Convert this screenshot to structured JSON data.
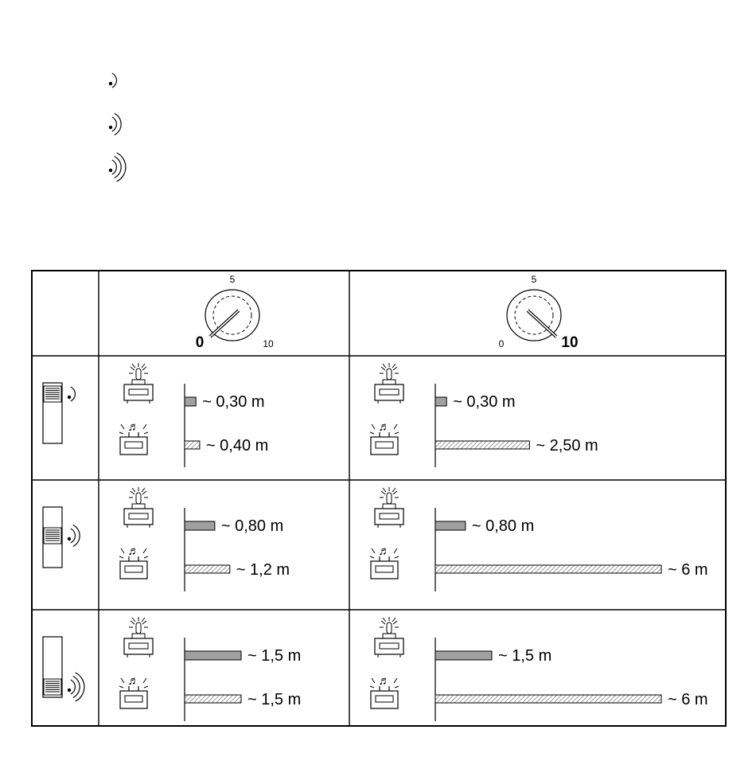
{
  "legend": {
    "items": [
      {
        "level": 1,
        "icon": "signal-weak-icon"
      },
      {
        "level": 2,
        "icon": "signal-medium-icon"
      },
      {
        "level": 3,
        "icon": "signal-strong-icon"
      }
    ]
  },
  "dials": [
    {
      "top": "5",
      "left": "0",
      "right": "10",
      "setting": 0
    },
    {
      "top": "5",
      "left": "0",
      "right": "10",
      "setting": 10
    }
  ],
  "colors": {
    "light_bar": "#a0a0a0",
    "sound_bar_hatch": "#808080",
    "border": "#000000"
  },
  "max_range_m": 6,
  "rows": [
    {
      "sensitivity": 1,
      "cells": [
        {
          "light_label": "~ 0,30 m",
          "light_value": 0.3,
          "sound_label": "~ 0,40 m",
          "sound_value": 0.4
        },
        {
          "light_label": "~ 0,30 m",
          "light_value": 0.3,
          "sound_label": "~ 2,50 m",
          "sound_value": 2.5
        }
      ]
    },
    {
      "sensitivity": 2,
      "cells": [
        {
          "light_label": "~ 0,80 m",
          "light_value": 0.8,
          "sound_label": "~ 1,2 m",
          "sound_value": 1.2
        },
        {
          "light_label": "~ 0,80 m",
          "light_value": 0.8,
          "sound_label": "~ 6 m",
          "sound_value": 6
        }
      ]
    },
    {
      "sensitivity": 3,
      "cells": [
        {
          "light_label": "~ 1,5 m",
          "light_value": 1.5,
          "sound_label": "~ 1,5 m",
          "sound_value": 1.5
        },
        {
          "light_label": "~ 1,5 m",
          "light_value": 1.5,
          "sound_label": "~ 6 m",
          "sound_value": 6
        }
      ]
    }
  ]
}
